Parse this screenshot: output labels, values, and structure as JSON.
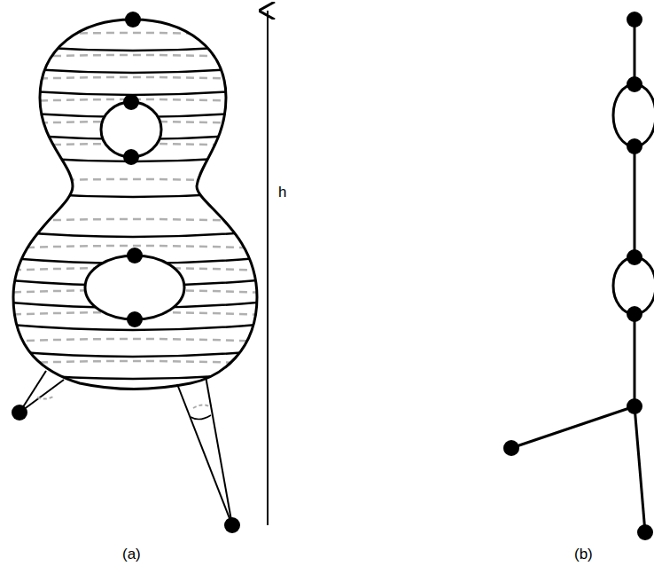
{
  "diagram": {
    "labels": [
      "h",
      "(a)",
      "(b)"
    ]
  }
}
